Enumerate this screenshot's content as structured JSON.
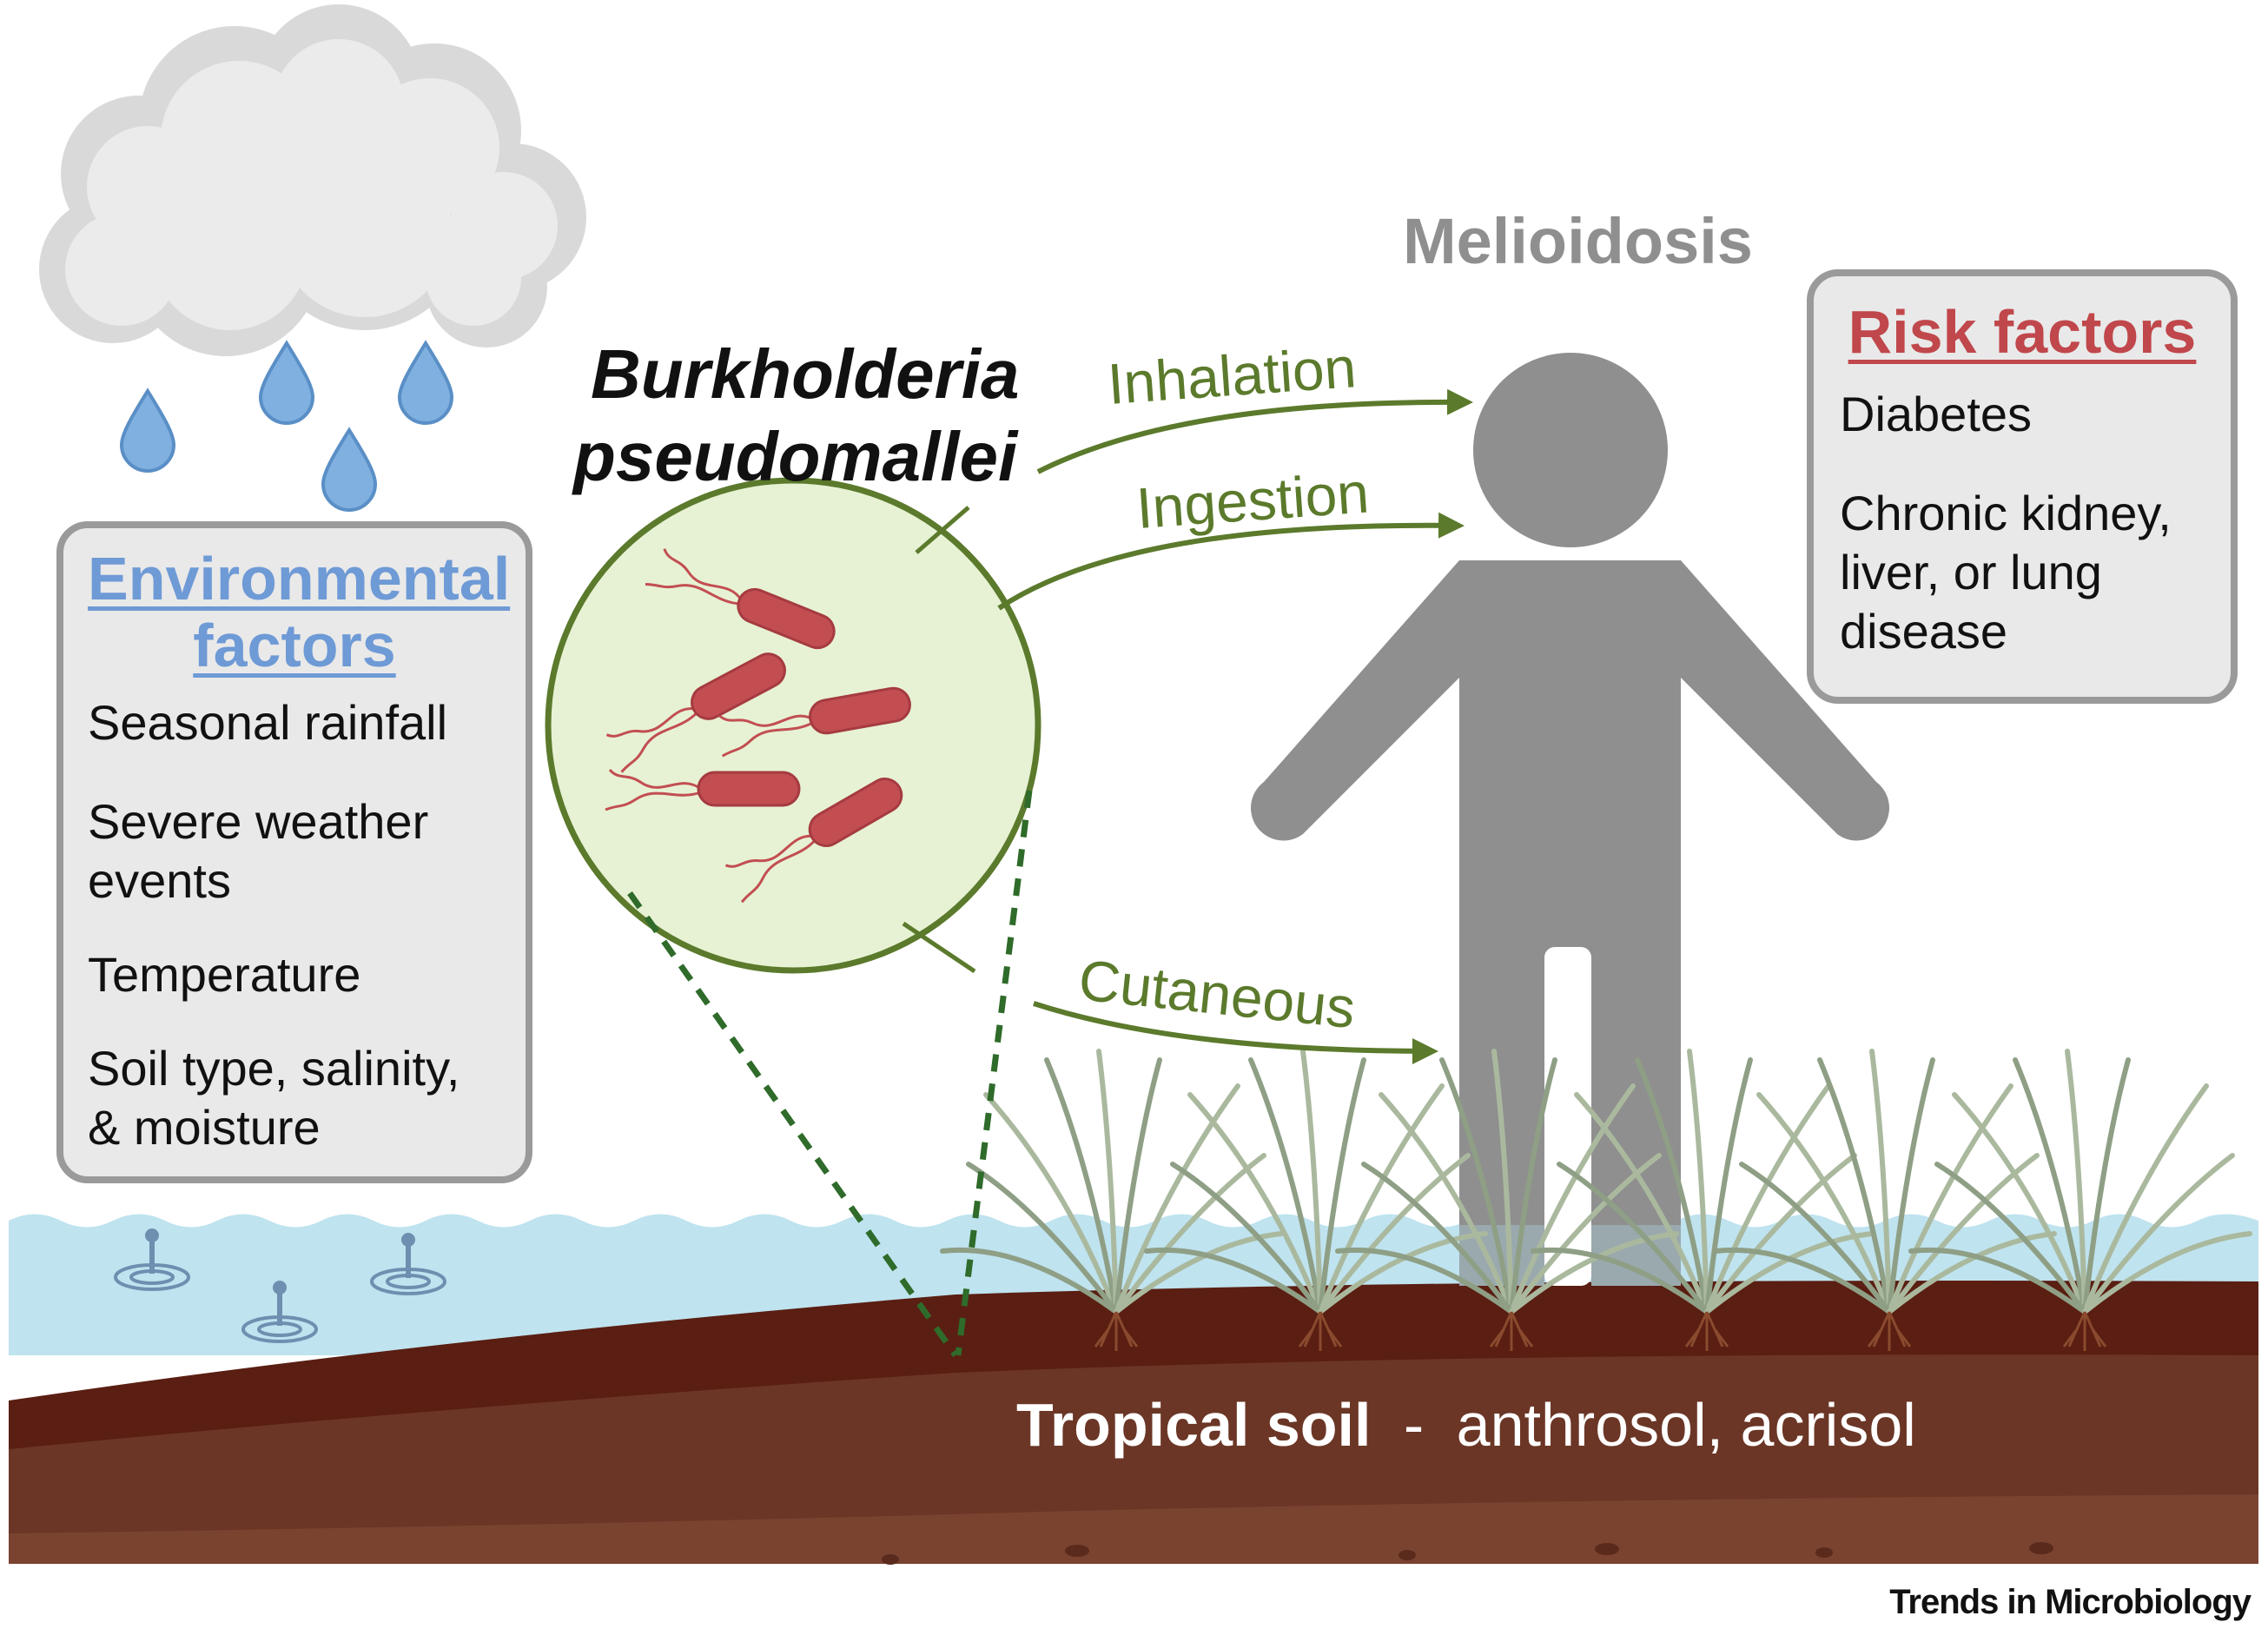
{
  "title": "Melioidosis",
  "organism": {
    "line1": "Burkholderia",
    "line2": "pseudomallei"
  },
  "routes": [
    "Inhalation",
    "Ingestion",
    "Cutaneous"
  ],
  "environmental_factors": {
    "heading_line1": "Environmental",
    "heading_line2": "factors",
    "items": [
      "Seasonal rainfall",
      "Severe weather events",
      "Temperature",
      "Soil type, salinity, & moisture"
    ]
  },
  "risk_factors": {
    "heading": "Risk factors",
    "items": [
      "Diabetes",
      "Chronic kidney, liver, or lung disease"
    ]
  },
  "soil": {
    "bold": "Tropical soil",
    "separator": "-",
    "types": "anthrosol, acrisol"
  },
  "journal": "Trends in Microbiology",
  "colors": {
    "arrow_green": "#5b7a2c",
    "env_heading": "#6e9ad6",
    "risk_heading": "#c0474b",
    "person_gray": "#8f8f8f",
    "bacteria_red": "#c24e52",
    "soil_dark": "#5a1e12",
    "soil_brown": "#6b3626",
    "water": "#bfe3ef"
  }
}
